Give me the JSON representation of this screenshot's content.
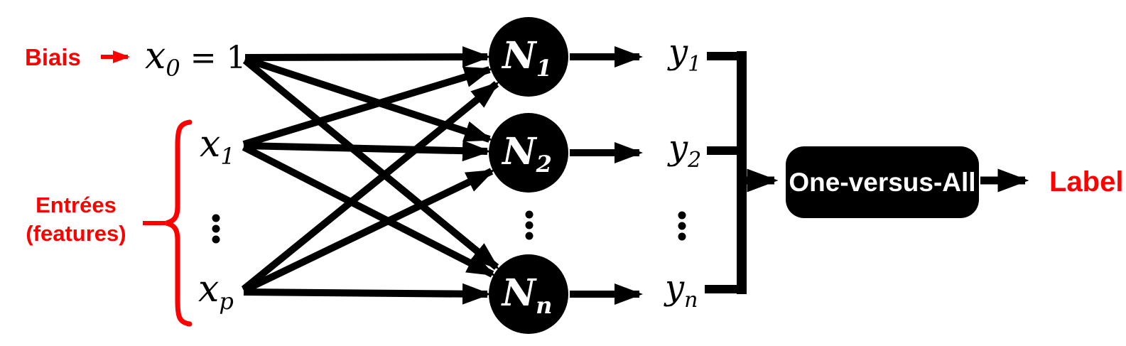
{
  "colors": {
    "accent_red": "#ff0000",
    "ink_black": "#000000",
    "node_text_white": "#ffffff"
  },
  "annotations": {
    "bias": "Biais",
    "inputs_line1": "Entrées",
    "inputs_line2": "(features)",
    "label": "Label",
    "ellipsis": "⋮"
  },
  "input_nodes": [
    {
      "base": "x",
      "sub": "0",
      "equals": "= 1"
    },
    {
      "base": "x",
      "sub": "1"
    },
    {
      "base": "x",
      "sub": "p"
    }
  ],
  "neuron_nodes": [
    {
      "base": "N",
      "sub": "1"
    },
    {
      "base": "N",
      "sub": "2"
    },
    {
      "base": "N",
      "sub": "n"
    }
  ],
  "output_nodes": [
    {
      "base": "y",
      "sub": "1"
    },
    {
      "base": "y",
      "sub": "2"
    },
    {
      "base": "y",
      "sub": "n"
    }
  ],
  "classifier": {
    "label": "One-versus-All"
  }
}
